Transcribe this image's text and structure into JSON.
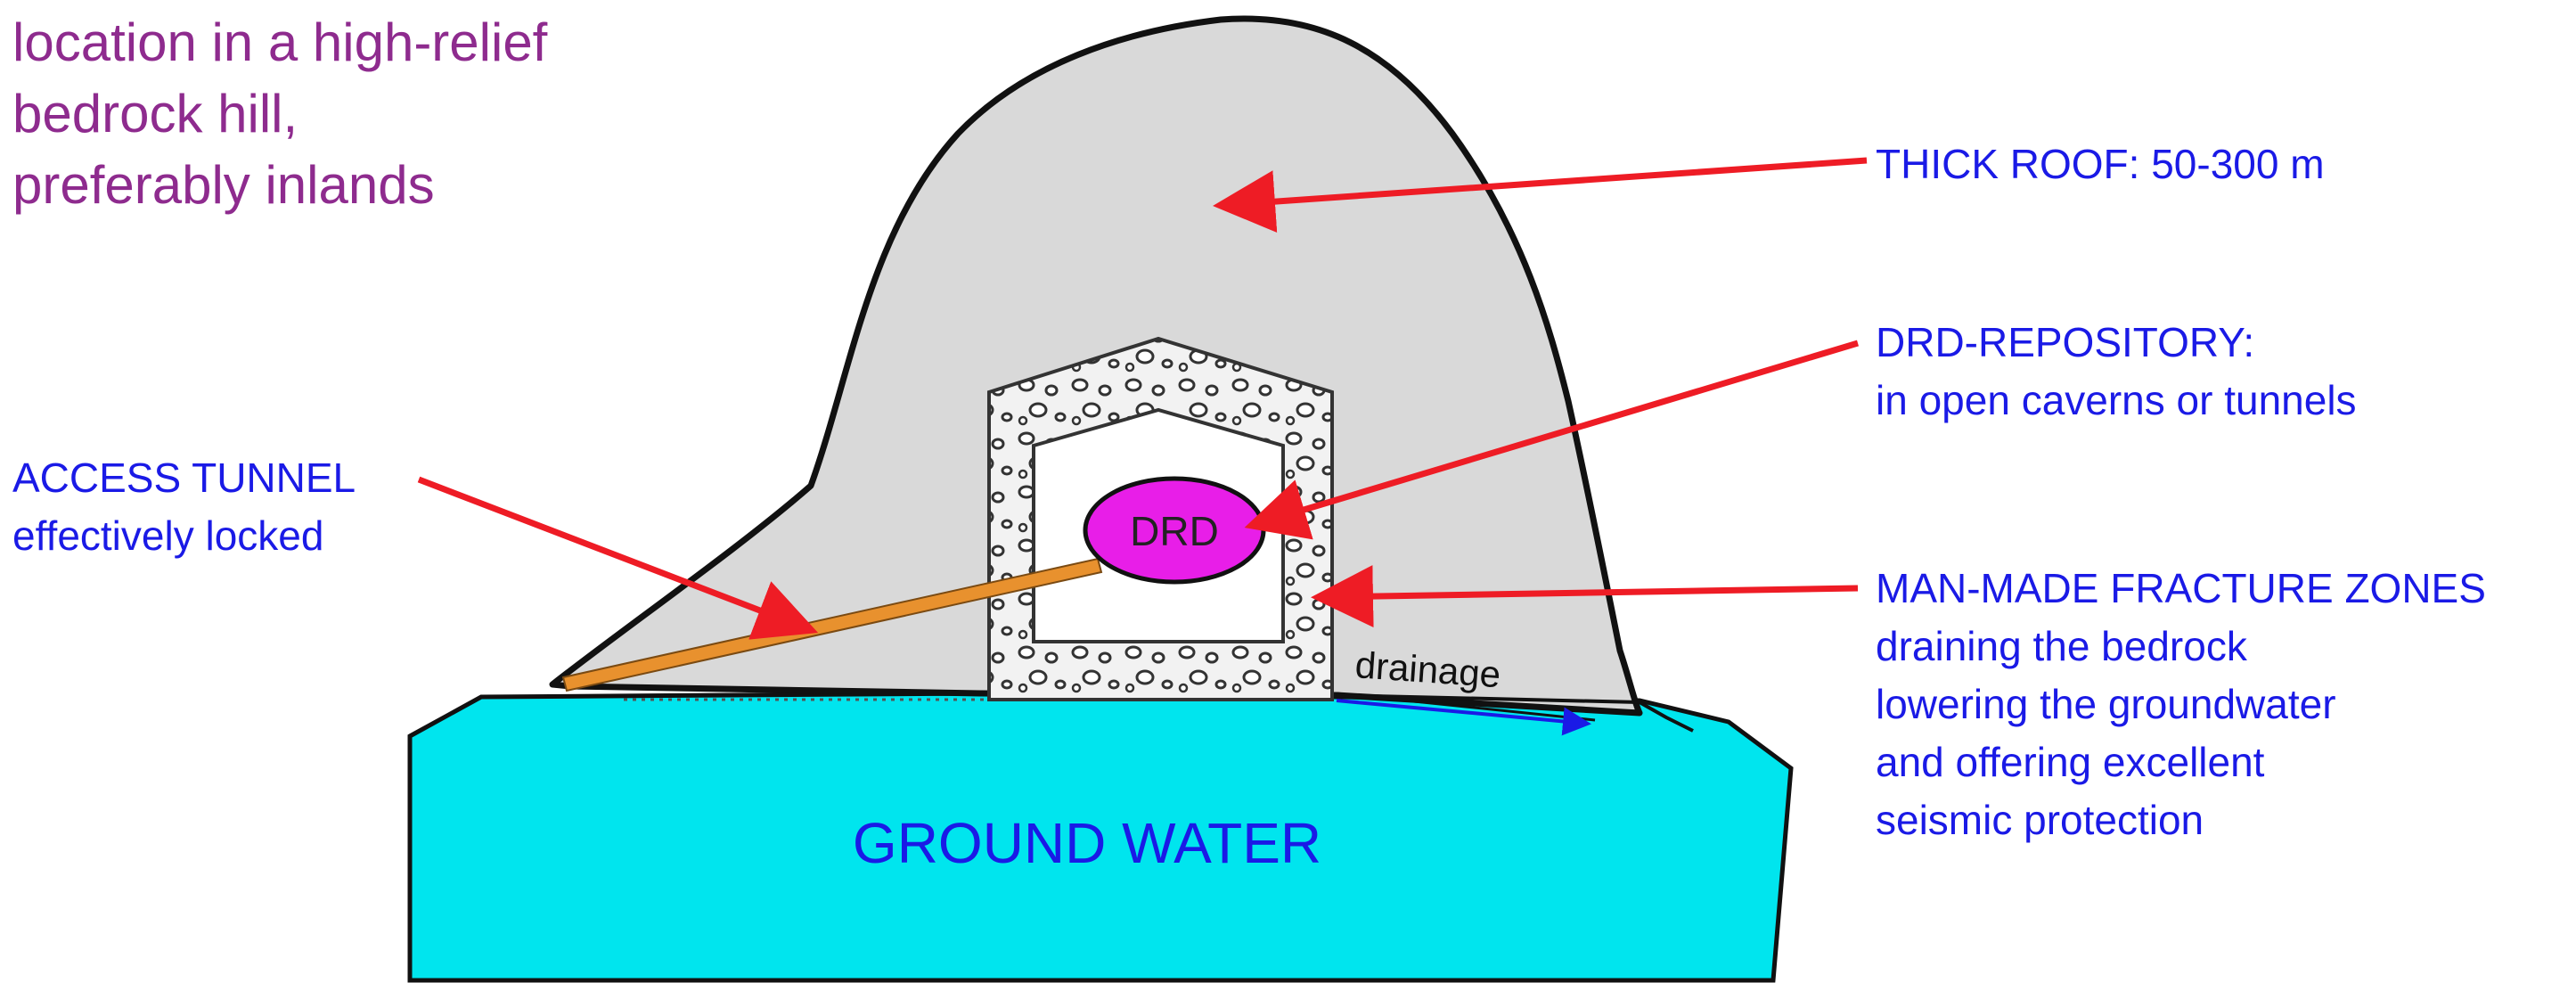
{
  "title_lines": [
    "location in a high-relief",
    "bedrock hill,",
    "preferably inlands"
  ],
  "labels": {
    "thick_roof": "THICK ROOF: 50-300 m",
    "repository_title": "DRD-REPOSITORY:",
    "repository_sub": "in open caverns or tunnels",
    "access_title": "ACCESS TUNNEL",
    "access_sub": "effectively locked",
    "fracture_lines": [
      "MAN-MADE FRACTURE ZONES",
      "draining the bedrock",
      "lowering the groundwater",
      "and offering excellent",
      "seismic protection"
    ],
    "drd": "DRD",
    "drainage": "drainage",
    "ground_water": "GROUND WATER"
  },
  "colors": {
    "hill_fill": "#d9d9d9",
    "hill_outline": "#111111",
    "water": "#00e5ee",
    "drd_ellipse": "#e81ee8",
    "tunnel": "#e8912e",
    "arrow": "#ee1c25",
    "blue_text": "#1a1ae6",
    "purple_text": "#8e2b8e"
  }
}
